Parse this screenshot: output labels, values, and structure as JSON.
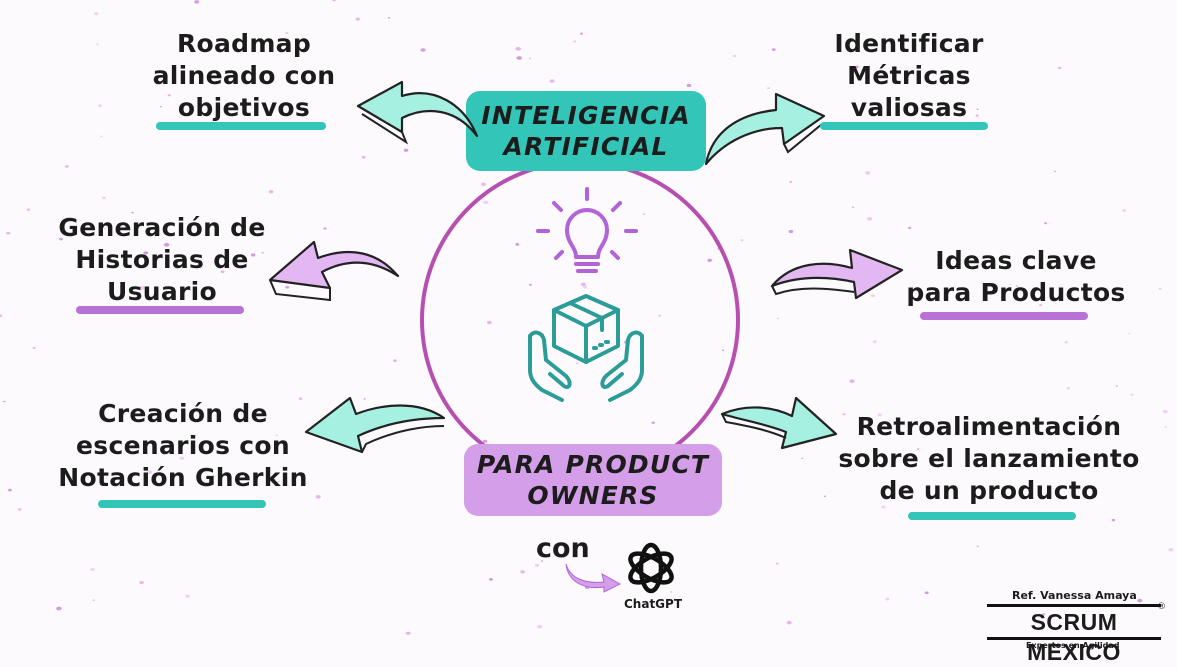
{
  "banners": {
    "top": [
      "INTELIGENCIA",
      "ARTIFICIAL"
    ],
    "bottom": [
      "PARA PRODUCT",
      "OWNERS"
    ]
  },
  "items": {
    "roadmap": [
      "Roadmap",
      "alineado con",
      "objetivos"
    ],
    "historias": [
      "Generación de",
      "Historias de",
      "Usuario"
    ],
    "gherkin": [
      "Creación de",
      "escenarios con",
      "Notación Gherkin"
    ],
    "metricas": [
      "Identificar",
      "Métricas",
      "valiosas"
    ],
    "ideas": [
      "Ideas clave",
      "para Productos"
    ],
    "retro": [
      "Retroalimentación",
      "sobre el lanzamiento",
      "de un producto"
    ]
  },
  "footer": {
    "con": "con",
    "chatgpt": "ChatGPT",
    "ref": "Ref. Vanessa Amaya",
    "logo": "SCRUM MEXICO",
    "registered": "®",
    "tagline": "Expertos en Agilidad"
  },
  "colors": {
    "teal": "#33c6b8",
    "teal_light": "#a6f0e2",
    "purple": "#d49ee9",
    "purple_light": "#e3b8f2",
    "circle": "#b74fb1",
    "bulb": "#b263d8",
    "box_icon": "#2b9c97",
    "ink": "#1c1c1c"
  },
  "icons": [
    "lightbulb-icon",
    "package-hands-icon",
    "chatgpt-logo-icon",
    "connector-arrow-icon"
  ]
}
